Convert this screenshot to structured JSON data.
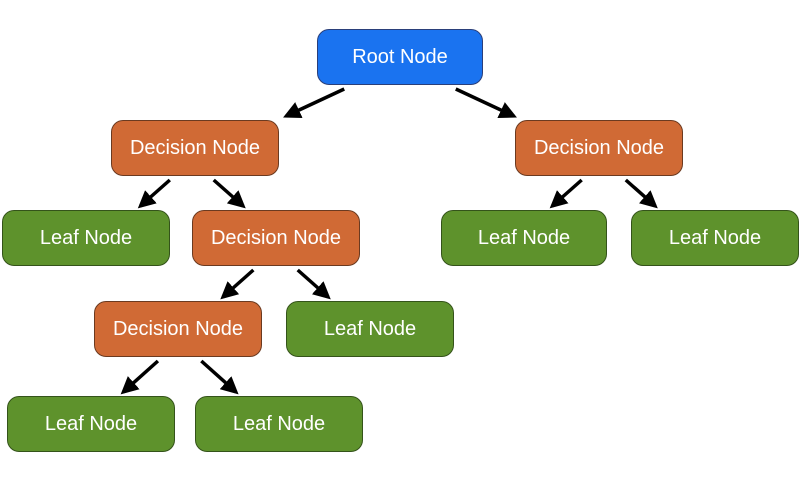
{
  "diagram": {
    "nodes": {
      "root": {
        "label": "Root Node"
      },
      "d1": {
        "label": "Decision Node"
      },
      "d2": {
        "label": "Decision Node"
      },
      "d3": {
        "label": "Decision Node"
      },
      "d4": {
        "label": "Decision Node"
      },
      "l1": {
        "label": "Leaf Node"
      },
      "l2": {
        "label": "Leaf Node"
      },
      "l3": {
        "label": "Leaf Node"
      },
      "l4": {
        "label": "Leaf Node"
      },
      "l5": {
        "label": "Leaf Node"
      },
      "l6": {
        "label": "Leaf Node"
      }
    },
    "edges": [
      [
        "root",
        "d1"
      ],
      [
        "root",
        "d2"
      ],
      [
        "d1",
        "l1"
      ],
      [
        "d1",
        "d3"
      ],
      [
        "d2",
        "l2"
      ],
      [
        "d2",
        "l3"
      ],
      [
        "d3",
        "d4"
      ],
      [
        "d3",
        "l4"
      ],
      [
        "d4",
        "l5"
      ],
      [
        "d4",
        "l6"
      ]
    ],
    "colors": {
      "root": "#1a73f0",
      "decision": "#d06a35",
      "leaf": "#5e922c",
      "arrow": "#000000"
    }
  }
}
